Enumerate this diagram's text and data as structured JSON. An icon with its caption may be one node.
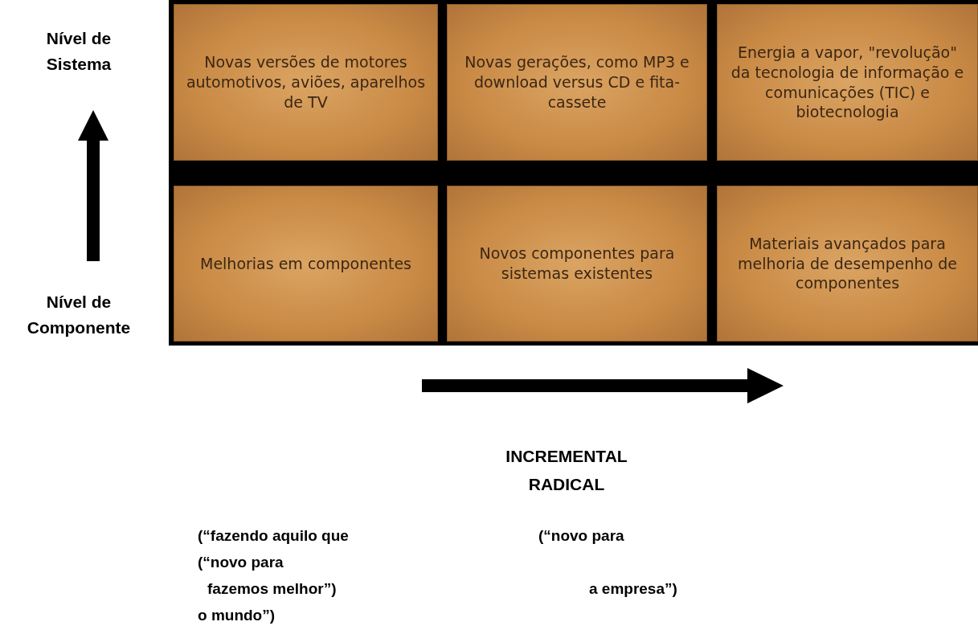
{
  "diagram": {
    "nodes": [
      {
        "text": [
          "Novas versões de motores automotivos, aviões, aparelhos de TV"
        ]
      },
      {
        "text": [
          "Novas gerações, como MP3 e download versus CD e fita-cassete"
        ]
      },
      {
        "text": [
          "Energia a vapor, \"revolução\" da tecnologia de informação e comunicações (TIC) e biotecnologia"
        ]
      },
      {
        "text": [
          "Melhorias em componentes"
        ]
      },
      {
        "text": [
          "Novos componentes para sistemas existentes"
        ]
      },
      {
        "text": [
          "Materiais avançados para melhoria de desempenho de componentes"
        ]
      }
    ],
    "labels": [
      "Nível de Sistema",
      "Nível de Componente",
      "INCREMENTAL",
      "RADICAL",
      "(“fazendo aquilo que",
      "(“novo para",
      "(“novo para",
      "fazemos melhor”)",
      "a empresa”)",
      "o mundo”)"
    ]
  }
}
